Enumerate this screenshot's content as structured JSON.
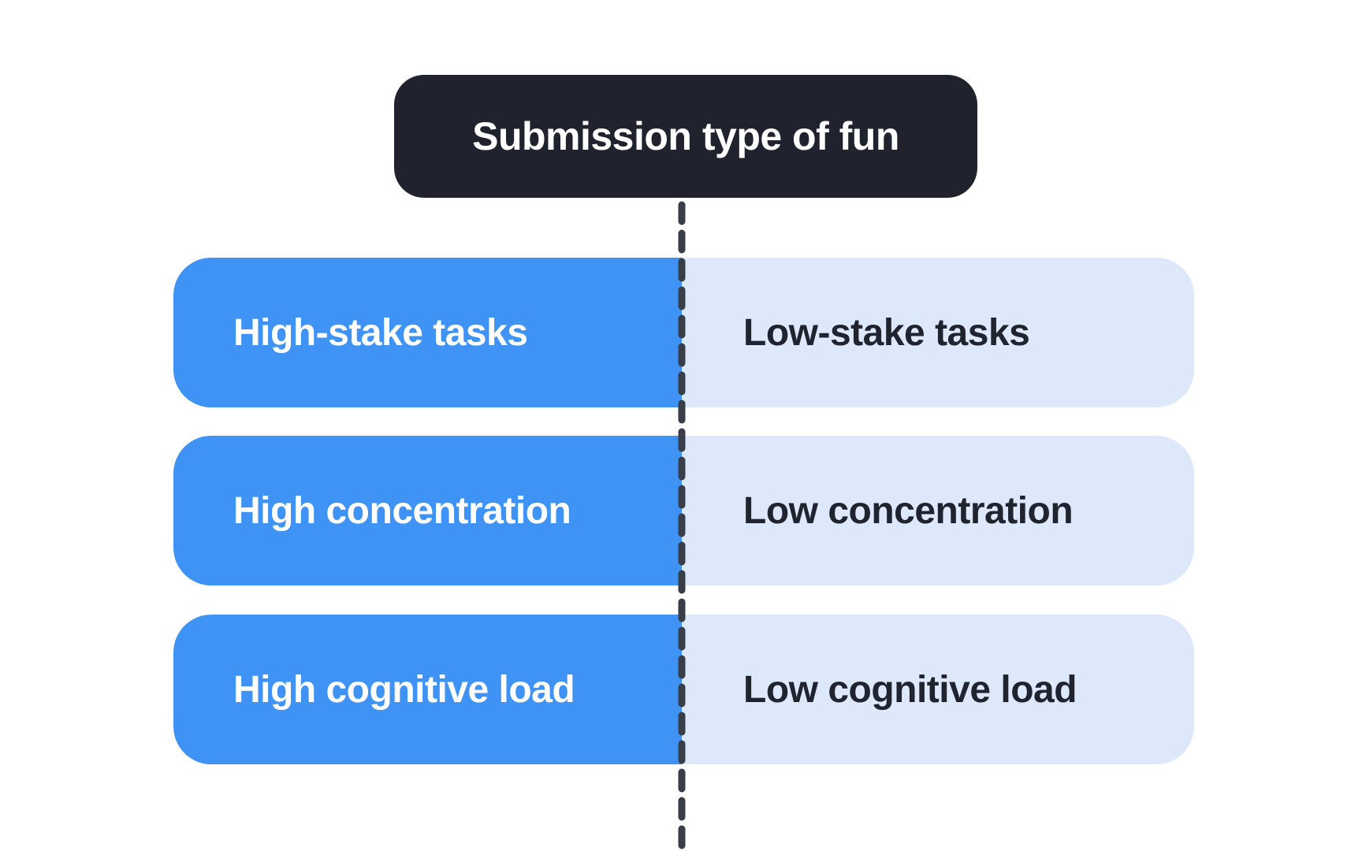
{
  "title": {
    "label": "Submission type of fun"
  },
  "rows": [
    {
      "high": "High-stake tasks",
      "low": "Low-stake tasks"
    },
    {
      "high": "High concentration",
      "low": "Low concentration"
    },
    {
      "high": "High cognitive load",
      "low": "Low cognitive load"
    }
  ],
  "colors": {
    "background": "#ffffff",
    "title_pill_bg": "#20232e",
    "title_text": "#ffffff",
    "high_box_bg": "#3e93f5",
    "high_text": "#ffffff",
    "low_box_bg": "#dde9fa",
    "low_text": "#20242e",
    "divider_dash": "#3a3e48"
  }
}
